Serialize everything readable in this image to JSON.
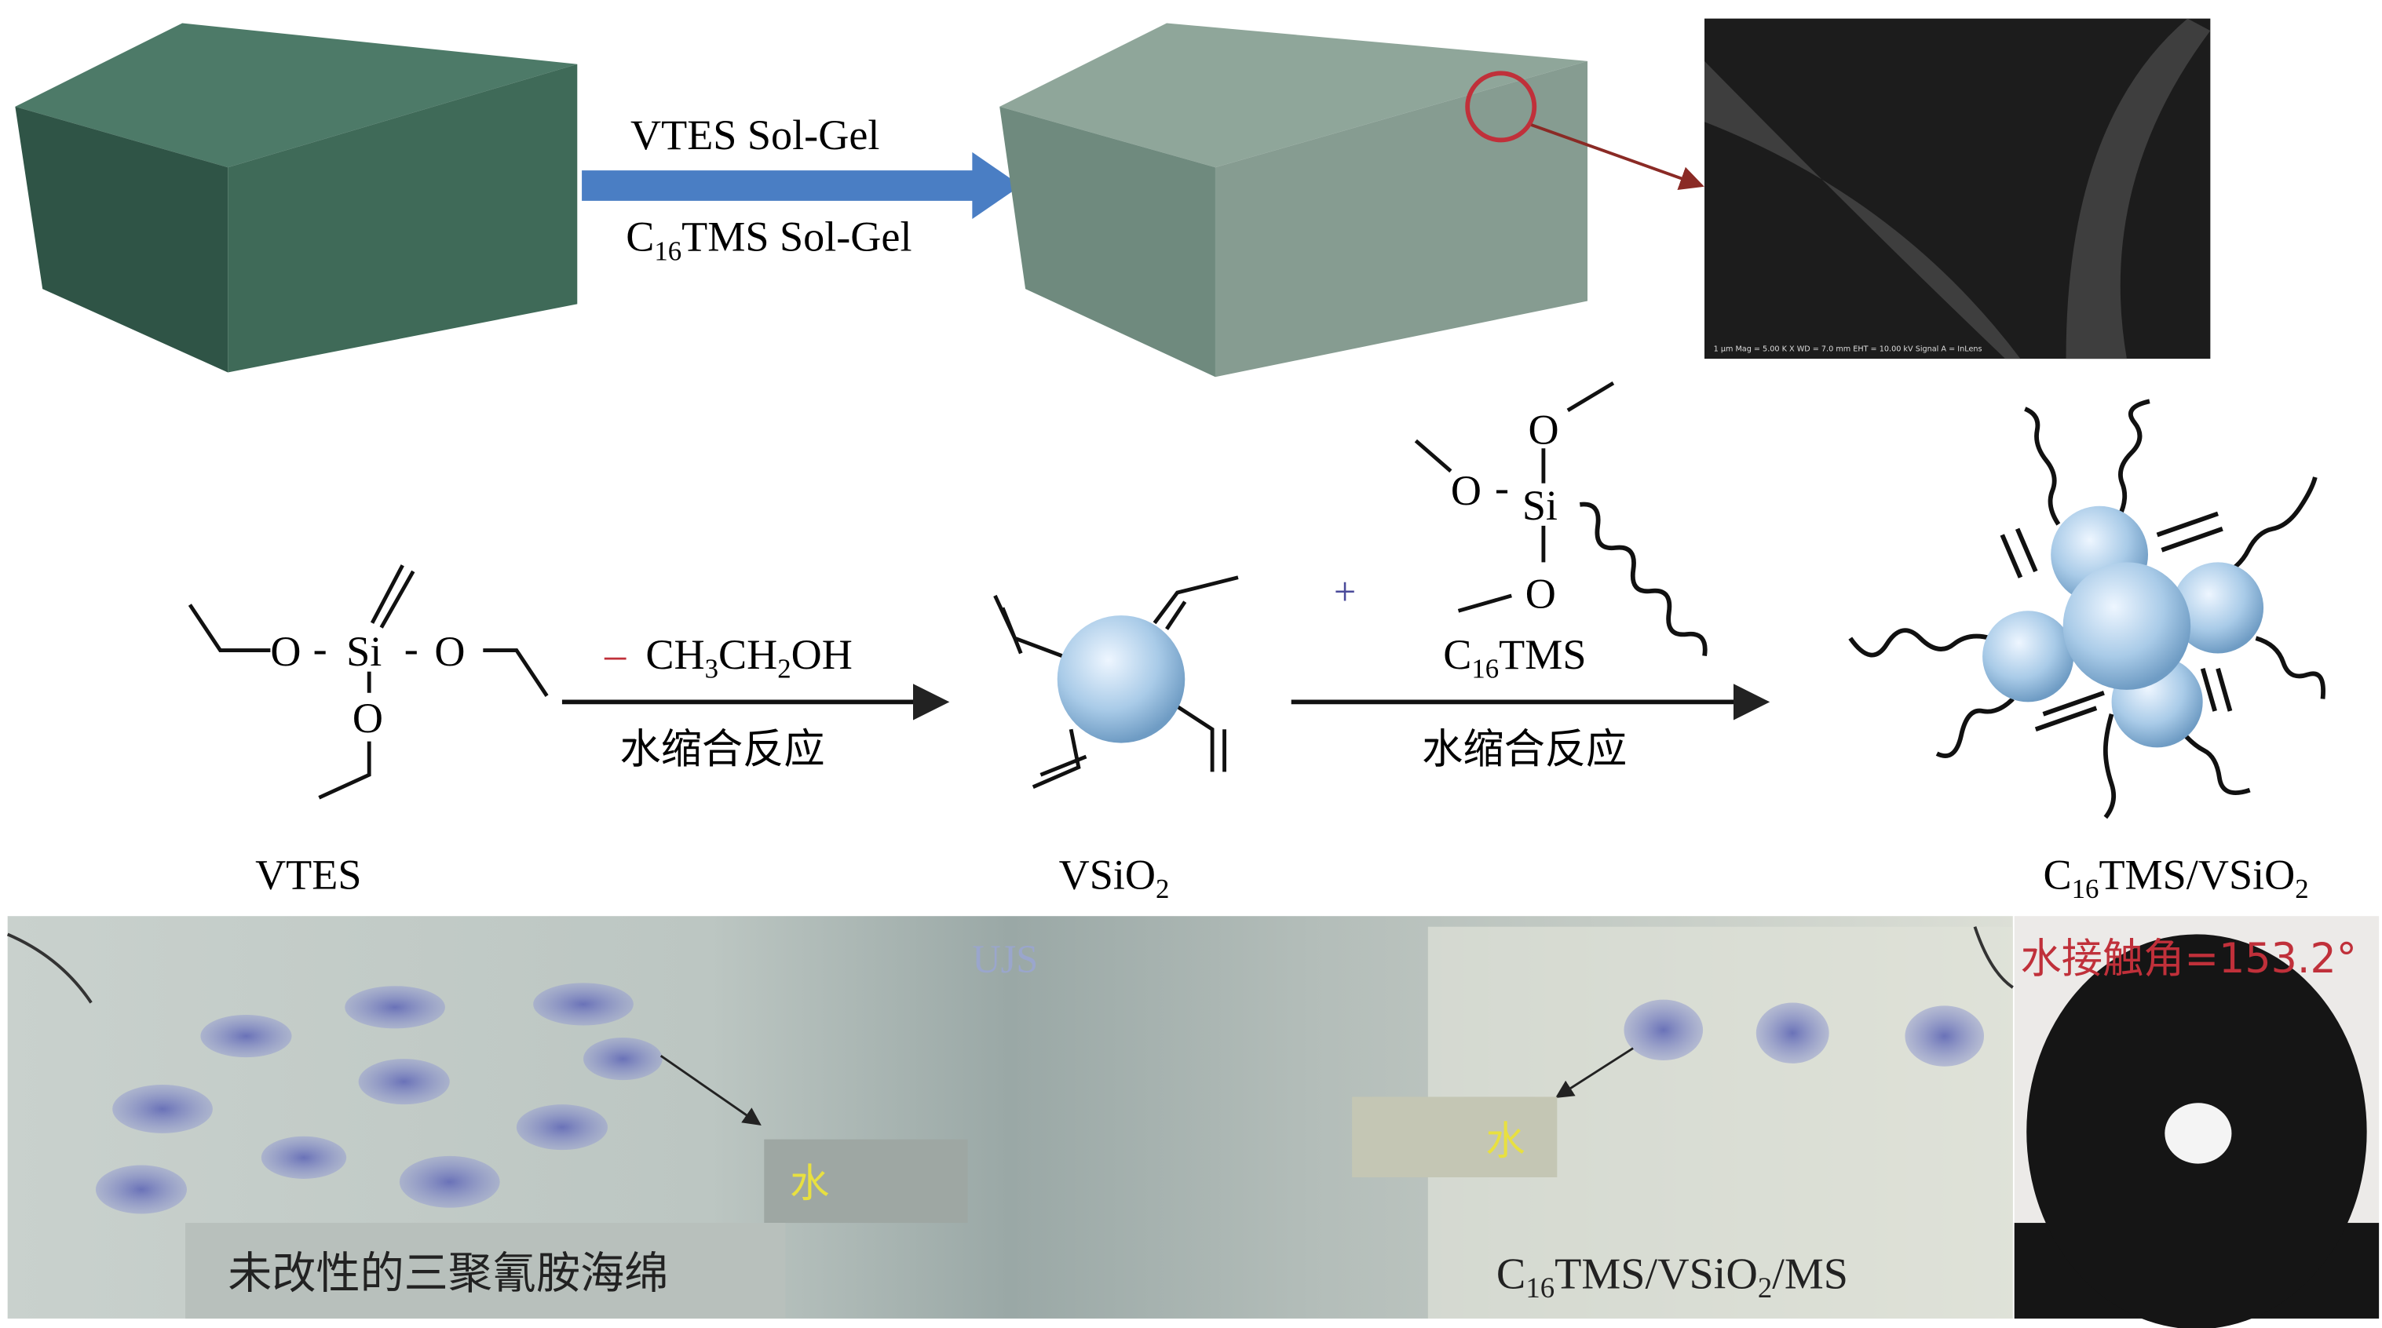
{
  "top": {
    "arrow_label_1": "VTES Sol-Gel",
    "arrow_label_2": {
      "pre": "C",
      "sub": "16",
      "post": "TMS Sol-Gel"
    },
    "sem_footer": "1 μm   Mag = 5.00 K X   WD = 7.0 mm   EHT = 10.00 kV   Signal A = InLens"
  },
  "reaction": {
    "vtes_atoms": {
      "o_left": "O",
      "si": "Si",
      "o_right": "O",
      "o_bottom": "O",
      "dash1": "-",
      "dash2": "-"
    },
    "vtes_label": "VTES",
    "step1_minus": "–",
    "step1_reagent": {
      "a": "CH",
      "a_sub": "3",
      "b": "CH",
      "b_sub": "2",
      "c": "OH"
    },
    "step1_condition": "水缩合反应",
    "vsio2_label": {
      "pre": "VSiO",
      "sub": "2"
    },
    "plus": "+",
    "c16tms_atoms": {
      "o_top": "O",
      "o_left": "O",
      "si": "Si",
      "o_bottom": "O",
      "dash": "-"
    },
    "step2_reagent": {
      "pre": "C",
      "sub": "16",
      "post": "TMS"
    },
    "step2_condition": "水缩合反应",
    "product_label": {
      "pre": "C",
      "sub": "16",
      "post": "TMS/VSiO",
      "sub2": "2"
    }
  },
  "photo": {
    "watermark": "UJS",
    "water_label_left": "水",
    "water_label_right": "水",
    "left_caption": "未改性的三聚氰胺海绵",
    "right_caption": {
      "pre": "C",
      "sub": "16",
      "mid": "TMS/VSiO",
      "sub2": "2",
      "post": "/MS"
    },
    "contact_angle": "水接触角=153.2°"
  },
  "colors": {
    "arrow_blue": "#4a7ec4",
    "red": "#c0303a",
    "yellow": "#e8e040",
    "sphere": "#a9cbe8"
  }
}
